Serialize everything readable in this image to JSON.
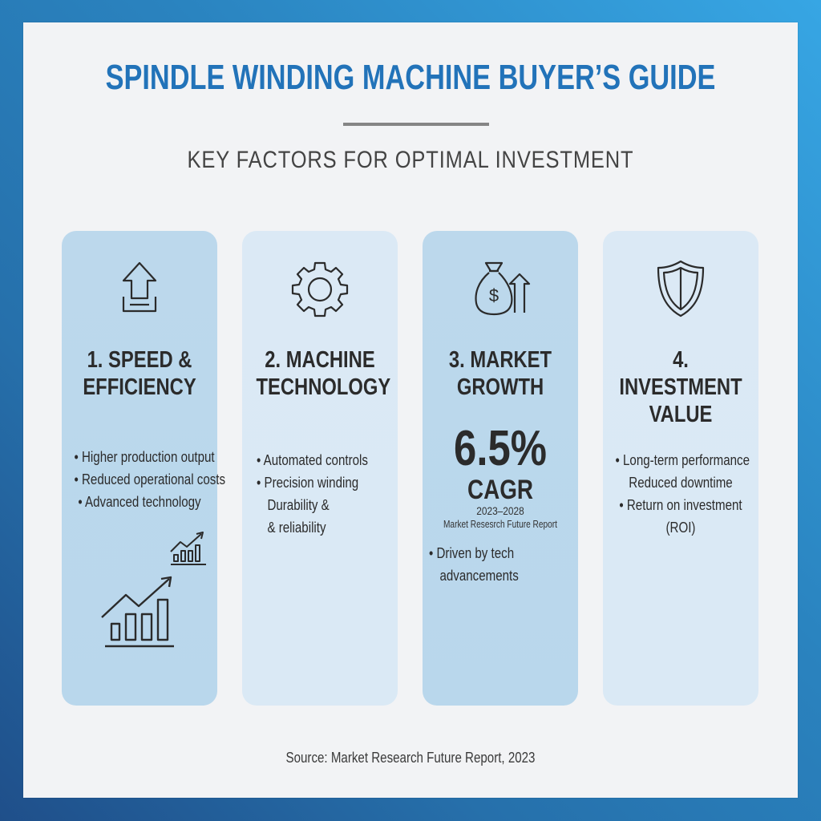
{
  "header": {
    "title": "SPINDLE WINDING MACHINE BUYER’S GUIDE",
    "subtitle": "KEY FACTORS FOR OPTIMAL INVESTMENT"
  },
  "colors": {
    "title_blue": "#2273b9",
    "card_dark": "#bcd8ec",
    "card_light": "#dbe9f5",
    "panel_bg": "#f2f3f5",
    "frame_top_right": "#37a6e4",
    "frame_bottom_left": "#1f4f8a"
  },
  "cards": [
    {
      "icon": "upload-arrow-icon",
      "heading_line1": "1. SPEED &",
      "heading_line2": "EFFICIENCY",
      "bullets": [
        "• Higher production output",
        "• Reduced operational costs",
        "• Advanced technology"
      ],
      "decor_icons": [
        "growth-chart-small-icon",
        "growth-chart-large-icon"
      ]
    },
    {
      "icon": "gear-icon",
      "heading_line1": "2. MACHINE",
      "heading_line2": "TECHNOLOGY",
      "bullets": [
        "• Automated controls",
        "• Precision winding",
        "Durability &",
        "& reliability"
      ]
    },
    {
      "icon": "money-bag-growth-icon",
      "heading_line1": "3. MARKET",
      "heading_line2": "GROWTH",
      "stat_value": "6.5%",
      "stat_unit": "CAGR",
      "stat_years": "2023–2028",
      "stat_source": "Market Resesrch Future Report",
      "bullets": [
        "• Driven by tech",
        "advancements"
      ]
    },
    {
      "icon": "shield-icon",
      "heading_line1": "4. INVESTMENT",
      "heading_line2": "VALUE",
      "bullets": [
        "• Long-term performance",
        "Reduced downtime",
        "• Return on investment",
        "(ROI)"
      ]
    }
  ],
  "footer": {
    "source": "Source: Market Research Future Report, 2023"
  }
}
